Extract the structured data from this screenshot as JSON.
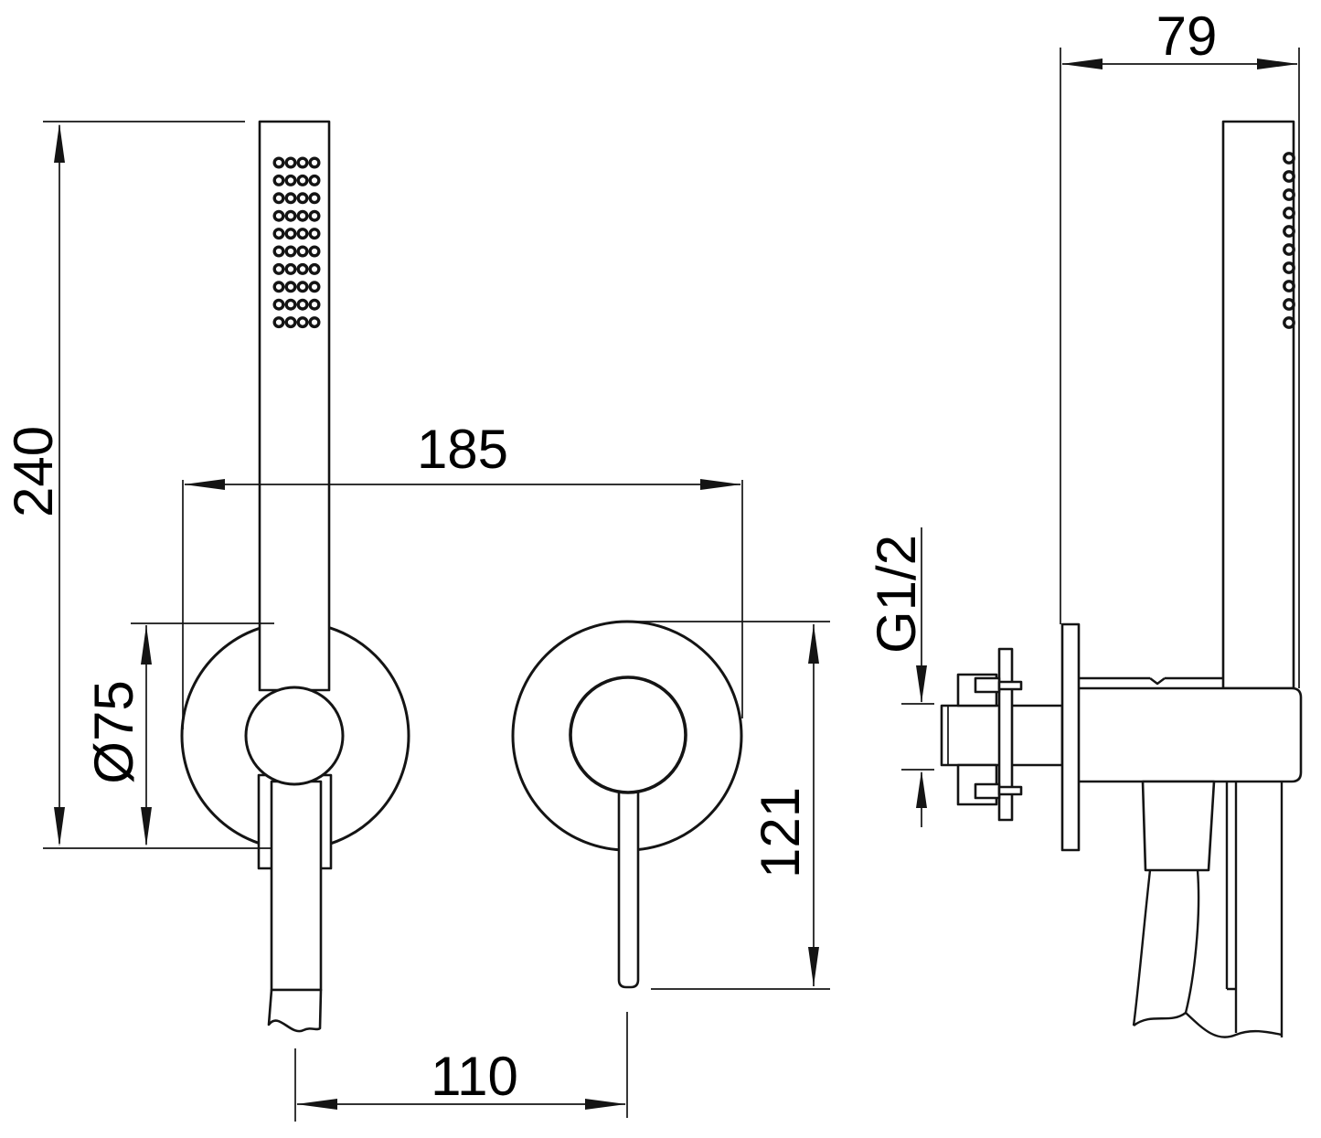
{
  "drawing": {
    "type": "technical-dimension-drawing",
    "subject": "concealed shower mixer with hand shower holder",
    "background_color": "#ffffff",
    "line_color": "#141414",
    "text_color": "#000000",
    "unit": "mm"
  },
  "labels": {
    "total_height": "240",
    "center_width": "185",
    "escutcheon_diameter": "Ø75",
    "mixer_height": "121",
    "center_distance": "110",
    "depth": "79",
    "thread_size": "G1/2"
  }
}
